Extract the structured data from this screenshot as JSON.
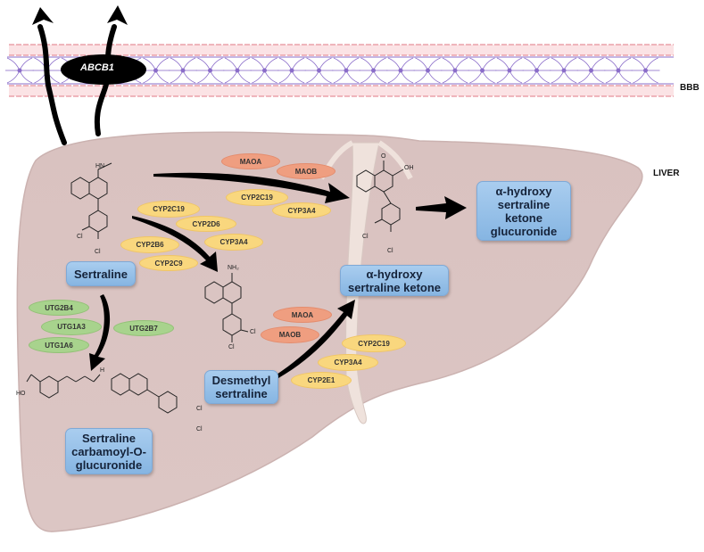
{
  "labels": {
    "bbb": "BBB",
    "liver": "LIVER",
    "transporter": "ABCB1"
  },
  "compounds": {
    "sertraline": "Sertraline",
    "desmethyl": "Desmethyl sertraline",
    "hydroxy_ketone": "α-hydroxy sertraline ketone",
    "hydroxy_ketone_glucuronide": "α-hydroxy sertraline ketone glucuronide",
    "carbamoyl": "Sertraline carbamoyl-O-glucuronide"
  },
  "enzymes": {
    "top_mao": [
      "MAOA",
      "MAOB"
    ],
    "top_cyp": [
      "CYP2C19",
      "CYP3A4"
    ],
    "demethylation_cyp": [
      "CYP2C19",
      "CYP2D6",
      "CYP2B6",
      "CYP3A4",
      "CYP2C9"
    ],
    "ugt": [
      "UTG2B4",
      "UTG1A3",
      "UTG2B7",
      "UTG1A6"
    ],
    "lower_mao": [
      "MAOA",
      "MAOB"
    ],
    "lower_cyp": [
      "CYP2C19",
      "CYP3A4",
      "CYP2E1"
    ]
  },
  "chem_atoms": {
    "nh": "HN",
    "nh2": "NH₂",
    "cl": "Cl",
    "o": "O",
    "oh": "OH",
    "ho": "HO",
    "h": "H"
  },
  "colors": {
    "liver": "#dcc5c3",
    "cyp": "#f9d77e",
    "mao": "#ef9e80",
    "ugt": "#a8d38d",
    "box": "#a9cdef",
    "bbb_band": "#fbe4e6",
    "astrocyte": "#8a6cc9"
  }
}
